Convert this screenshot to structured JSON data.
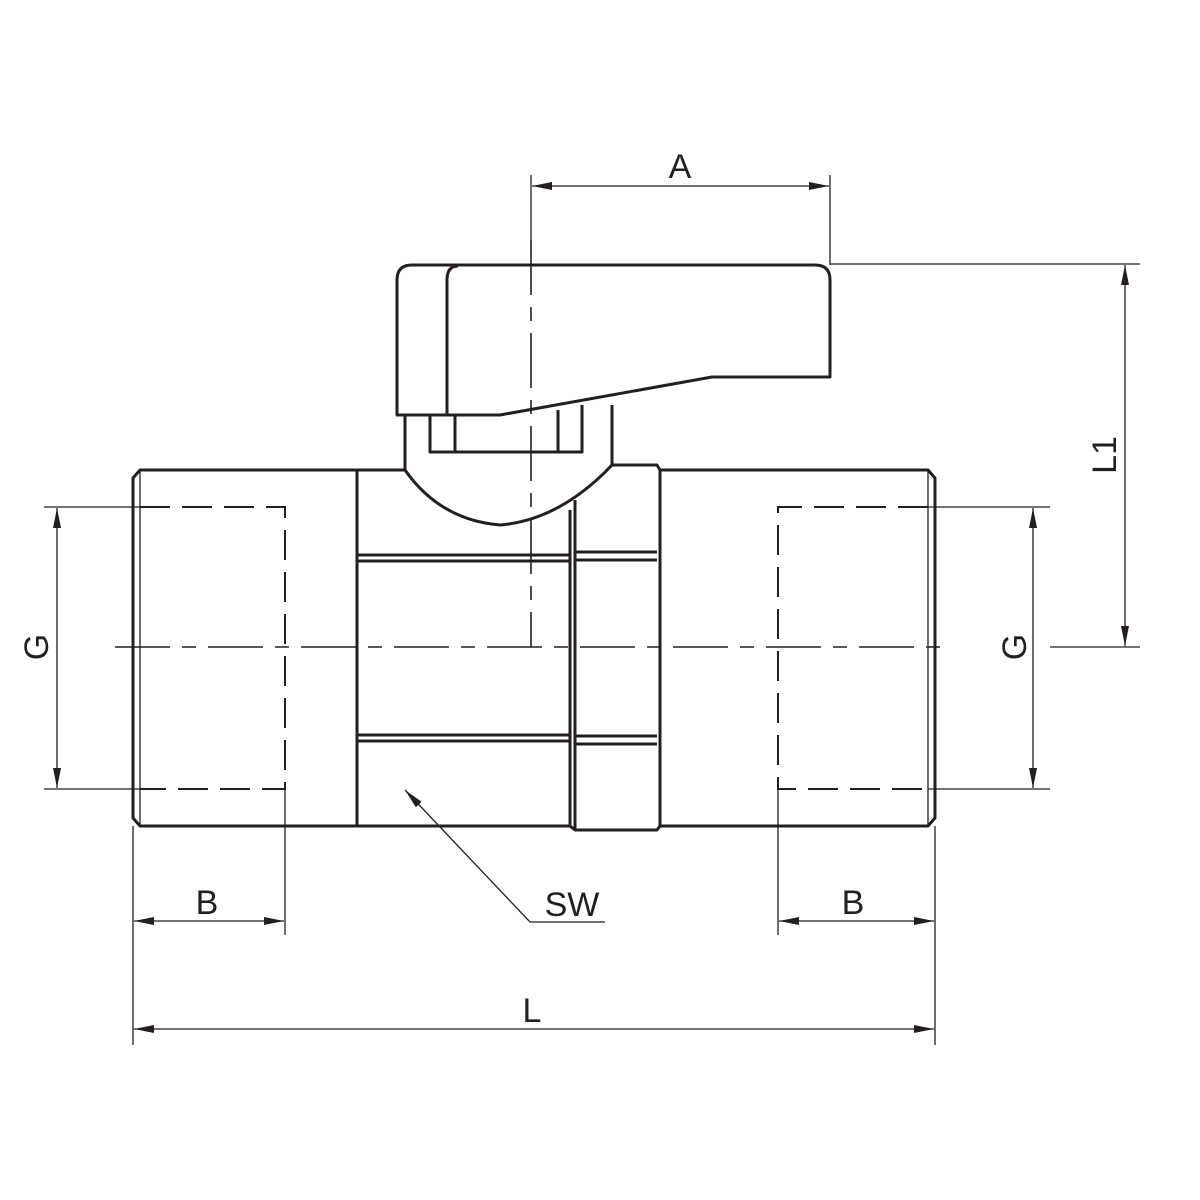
{
  "drawing": {
    "title": "Ball valve dimension drawing",
    "labels": {
      "A": "A",
      "L1": "L1",
      "G_left": "G",
      "G_right": "G",
      "B_left": "B",
      "B_right": "B",
      "SW": "SW",
      "L": "L"
    },
    "line_color": "#231f20"
  }
}
